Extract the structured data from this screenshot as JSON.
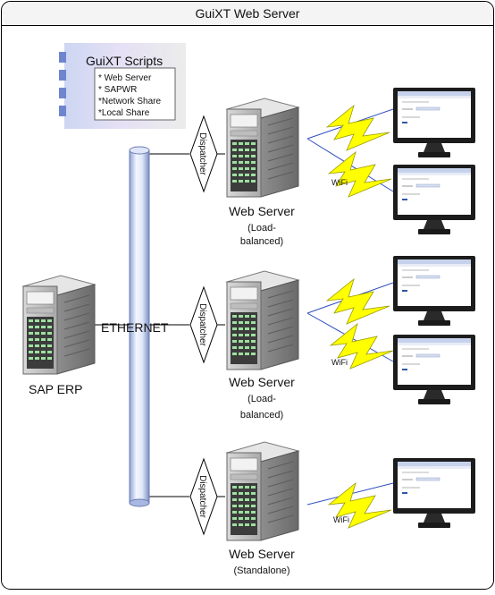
{
  "title": "GuiXT Web Server",
  "scripts_box": {
    "heading": "GuiXT Scripts",
    "items": [
      "* Web Server",
      "* SAPWR",
      "*Network Share",
      "*Local Share"
    ]
  },
  "erp": {
    "label": "SAP ERP"
  },
  "network": {
    "label": "ETHERNET"
  },
  "dispatcher_label": "Dispatcher",
  "wifi_label": "WiFi",
  "servers": [
    {
      "name": "Web Server",
      "note_line1": "(Load-",
      "note_line2": "balanced)",
      "monitors": 2
    },
    {
      "name": "Web Server",
      "note_line1": "(Load-",
      "note_line2": "balanced)",
      "monitors": 2
    },
    {
      "name": "Web Server",
      "note_line1": "(Standalone)",
      "note_line2": "",
      "monitors": 1
    }
  ],
  "colors": {
    "wifi_bolt": "#ffff00",
    "pipe_edge": "#7a8fc0",
    "server_body": "#c8c8c8",
    "frame": "#000000"
  }
}
